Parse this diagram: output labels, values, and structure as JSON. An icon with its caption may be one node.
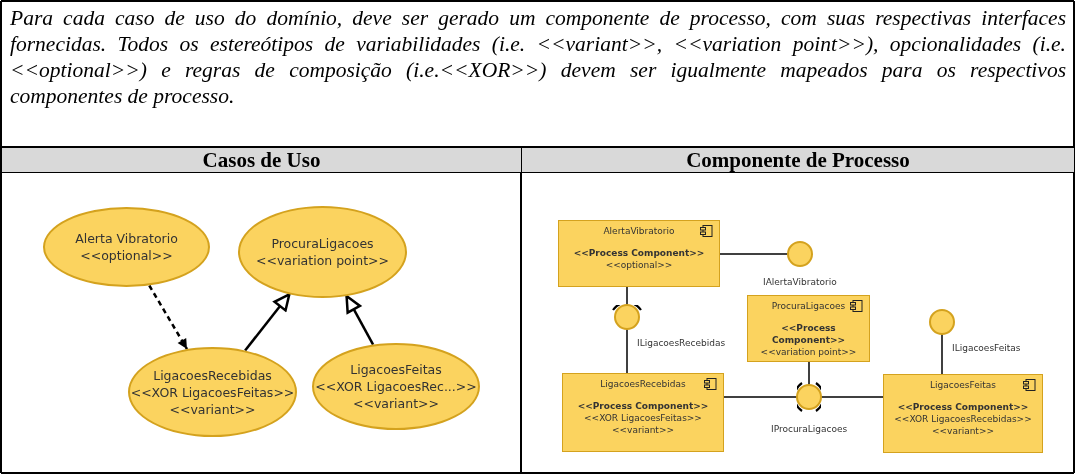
{
  "diagram": {
    "nodes": [
      {
        "text": [
          "Alerta Vibratorio",
          "<<optional>>"
        ]
      },
      {
        "text": [
          "ProcuraLigacoes",
          "<<variation point>>"
        ]
      },
      {
        "text": [
          "LigacoesRecebidas",
          "<<XOR LigacoesFeitas>>",
          "<<variant>>"
        ]
      },
      {
        "text": [
          "LigacoesFeitas",
          "<<XOR LigacoesRec...>>",
          "<<variant>>"
        ]
      },
      {
        "text": [
          "AlertaVibratorio",
          "<<Process Component>>",
          "<<optional>>"
        ]
      },
      {
        "text": [
          "IAlertaVibratorio"
        ]
      },
      {
        "text": [
          "ILigacoesRecebidas"
        ]
      },
      {
        "text": [
          "ProcuraLigacoes",
          "<<Process Component>>",
          "<<variation point>>"
        ]
      },
      {
        "text": [
          "ILigacoesFeitas"
        ]
      },
      {
        "text": [
          "LigacoesRecebidas",
          "<<Process Component>>",
          "<<XOR LigacoesFeitas>>",
          "<<variant>>"
        ]
      },
      {
        "text": [
          "IProcuraLigacoes"
        ]
      },
      {
        "text": [
          "LigacoesFeitas",
          "<<Process Component>>",
          "<<XOR LigacoesRecebidas>>",
          "<<variant>>"
        ]
      }
    ],
    "edges": [
      {
        "from": 0,
        "to": 2,
        "arrow": "to",
        "style": "dashed"
      },
      {
        "from": 2,
        "to": 1,
        "arrow": "to"
      },
      {
        "from": 3,
        "to": 1,
        "arrow": "to"
      },
      {
        "from": 4,
        "to": 5,
        "arrow": "none"
      },
      {
        "from": 4,
        "to": 6,
        "arrow": "other"
      },
      {
        "from": 9,
        "to": 6,
        "arrow": "none"
      },
      {
        "from": 7,
        "to": 10,
        "arrow": "none"
      },
      {
        "from": 9,
        "to": 10,
        "arrow": "other"
      },
      {
        "from": 11,
        "to": 10,
        "arrow": "other"
      },
      {
        "from": 11,
        "to": 8,
        "arrow": "none"
      }
    ],
    "labels": [
      "Para cada caso de uso do domínio, deve ser gerado um componente de processo, com suas respectivas interfaces fornecidas. Todos os estereótipos de variabilidades (i.e. <<variant>>, <<variation point>>), opcionalidades (i.e. <<optional>>) e regras de composição (i.e.<<XOR>>) devem ser igualmente mapeados para os respectivos componentes de processo.",
      "Casos de Uso",
      "Componente de Processo"
    ]
  }
}
